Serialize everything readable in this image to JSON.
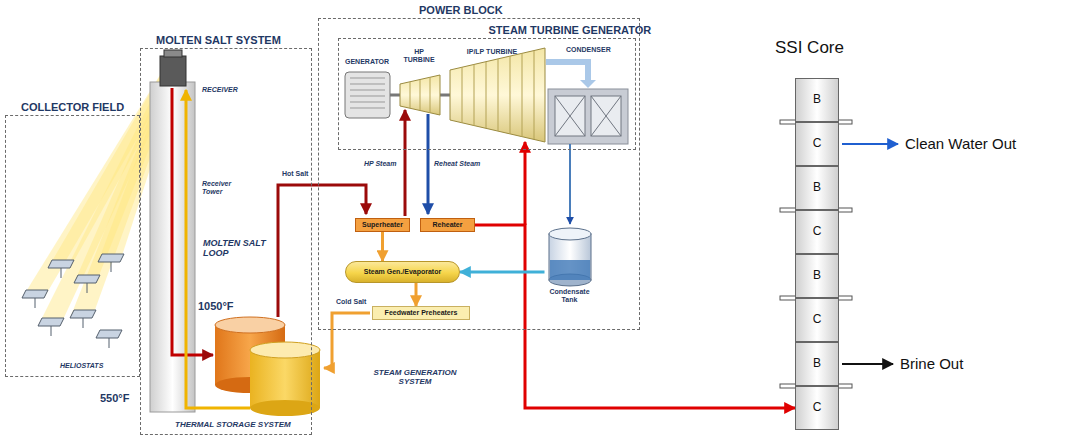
{
  "diagram": {
    "nodes": [
      {
        "text": [
          "COLLECTOR FIELD"
        ]
      },
      {
        "text": [
          "MOLTEN SALT SYSTEM"
        ]
      },
      {
        "text": [
          "POWER BLOCK"
        ]
      },
      {
        "text": [
          "STEAM TURBINE GENERATOR"
        ],
        "in": 2
      },
      {
        "text": [
          "Superheater"
        ]
      },
      {
        "text": [
          "Reheater"
        ]
      },
      {
        "text": [
          "Steam Gen./Evaporator"
        ]
      },
      {
        "text": [
          "Feedwater Preheaters"
        ]
      },
      {
        "text": [
          "Condensate Tank"
        ],
        "in": 2
      },
      {
        "text": [
          "SSI Core"
        ]
      },
      {
        "text": [
          "B"
        ],
        "in": 9
      },
      {
        "text": [
          "C"
        ],
        "in": 9
      },
      {
        "text": [
          "B"
        ],
        "in": 9
      },
      {
        "text": [
          "C"
        ],
        "in": 9
      },
      {
        "text": [
          "B"
        ],
        "in": 9
      },
      {
        "text": [
          "C"
        ],
        "in": 9
      },
      {
        "text": [
          "B"
        ],
        "in": 9
      },
      {
        "text": [
          "C"
        ],
        "in": 9
      }
    ],
    "edges": [
      {
        "from": 5,
        "to": 17,
        "arrow": "to"
      },
      {
        "from": 8,
        "to": 6,
        "arrow": "to"
      },
      {
        "from": 4,
        "to": 6,
        "arrow": "to"
      },
      {
        "from": 6,
        "to": 7,
        "arrow": "to"
      }
    ],
    "labels": [
      "RECEIVER",
      "Receiver Tower",
      "HELIOSTATS",
      "1050°F",
      "550°F",
      "MOLTEN SALT LOOP",
      "Hot Salt",
      "Cold Salt",
      "STEAM GENERATION SYSTEM",
      "THERMAL STORAGE SYSTEM",
      "GENERATOR",
      "HP TURBINE",
      "IP/LP TURBINE",
      "CONDENSER",
      "HP Steam",
      "Reheat Steam",
      "Clean Water Out",
      "Brine Out"
    ]
  }
}
